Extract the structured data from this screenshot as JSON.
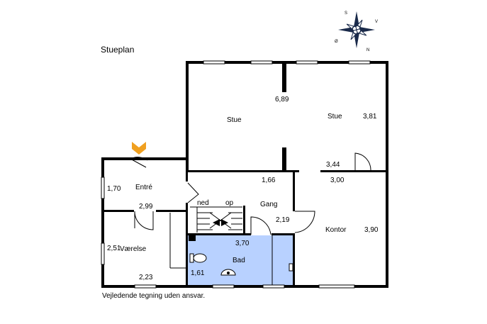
{
  "title": "Stueplan",
  "disclaimer": "Vejledende tegning uden ansvar.",
  "compass": {
    "letters": {
      "s": "S",
      "v": "V",
      "n": "N",
      "o": "Ø"
    }
  },
  "entrance_marker_color": "#f0a020",
  "bathroom_fill_color": "#b8d1ff",
  "rooms": [
    {
      "key": "stue_left",
      "name": "Stue"
    },
    {
      "key": "stue_right",
      "name": "Stue"
    },
    {
      "key": "entre",
      "name": "Entré"
    },
    {
      "key": "gang",
      "name": "Gang"
    },
    {
      "key": "kontor",
      "name": "Kontor"
    },
    {
      "key": "vaerelse",
      "name": "Værelse"
    },
    {
      "key": "bad",
      "name": "Bad"
    }
  ],
  "stairs": {
    "down": "ned",
    "up": "op"
  },
  "dimensions": {
    "stue_width": "6,89",
    "stue_depth": "3,81",
    "stue_right_width": "3,44",
    "gang_width": "1,66",
    "kontor_width": "3,00",
    "gang_depth": "2,19",
    "kontor_depth": "3,90",
    "entre_depth": "1,70",
    "entre_width": "2,99",
    "vaerelse_depth": "2,51",
    "vaerelse_width": "2,23",
    "bad_width": "3,70",
    "bad_depth": "1,61"
  }
}
